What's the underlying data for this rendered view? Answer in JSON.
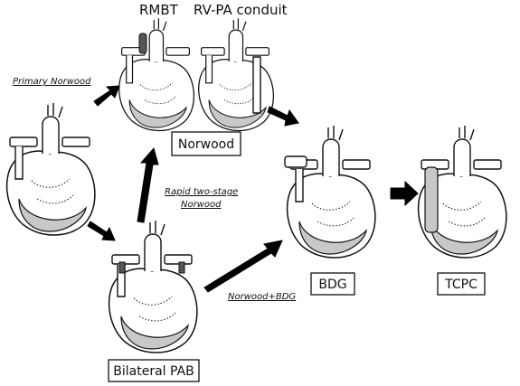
{
  "labels": {
    "rmbt": "RMBT",
    "rvpa": "RV-PA conduit",
    "norwood": "Norwood",
    "bdg": "BDG",
    "tcpc": "TCPC",
    "bilateral_pab": "Bilateral PAB"
  },
  "routes": {
    "primary_norwood": "Primary Norwood",
    "rapid_line1": "Rapid two-stage",
    "rapid_line2": "Norwood",
    "norwood_bdg": "Norwood+BDG"
  }
}
